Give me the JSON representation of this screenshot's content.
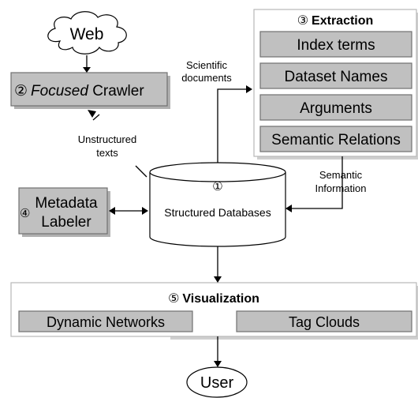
{
  "nodes": {
    "web": {
      "label": "Web"
    },
    "crawler": {
      "num": "②",
      "label_em": "Focused",
      "label_rest": " Crawler"
    },
    "extraction": {
      "num": "③",
      "title": "Extraction",
      "items": [
        "Index terms",
        "Dataset Names",
        "Arguments",
        "Semantic Relations"
      ]
    },
    "metadata": {
      "num": "④",
      "line1": "Metadata",
      "line2": "Labeler"
    },
    "database": {
      "num": "①",
      "label": "Structured Databases"
    },
    "visualization": {
      "num": "⑤",
      "title": "Visualization",
      "items": [
        "Dynamic Networks",
        "Tag Clouds"
      ]
    },
    "user": {
      "label": "User"
    }
  },
  "edge_labels": {
    "scientific": [
      "Scientific",
      "documents"
    ],
    "unstructured": [
      "Unstructured",
      "texts"
    ],
    "semantic": [
      "Semantic",
      "Information"
    ]
  }
}
